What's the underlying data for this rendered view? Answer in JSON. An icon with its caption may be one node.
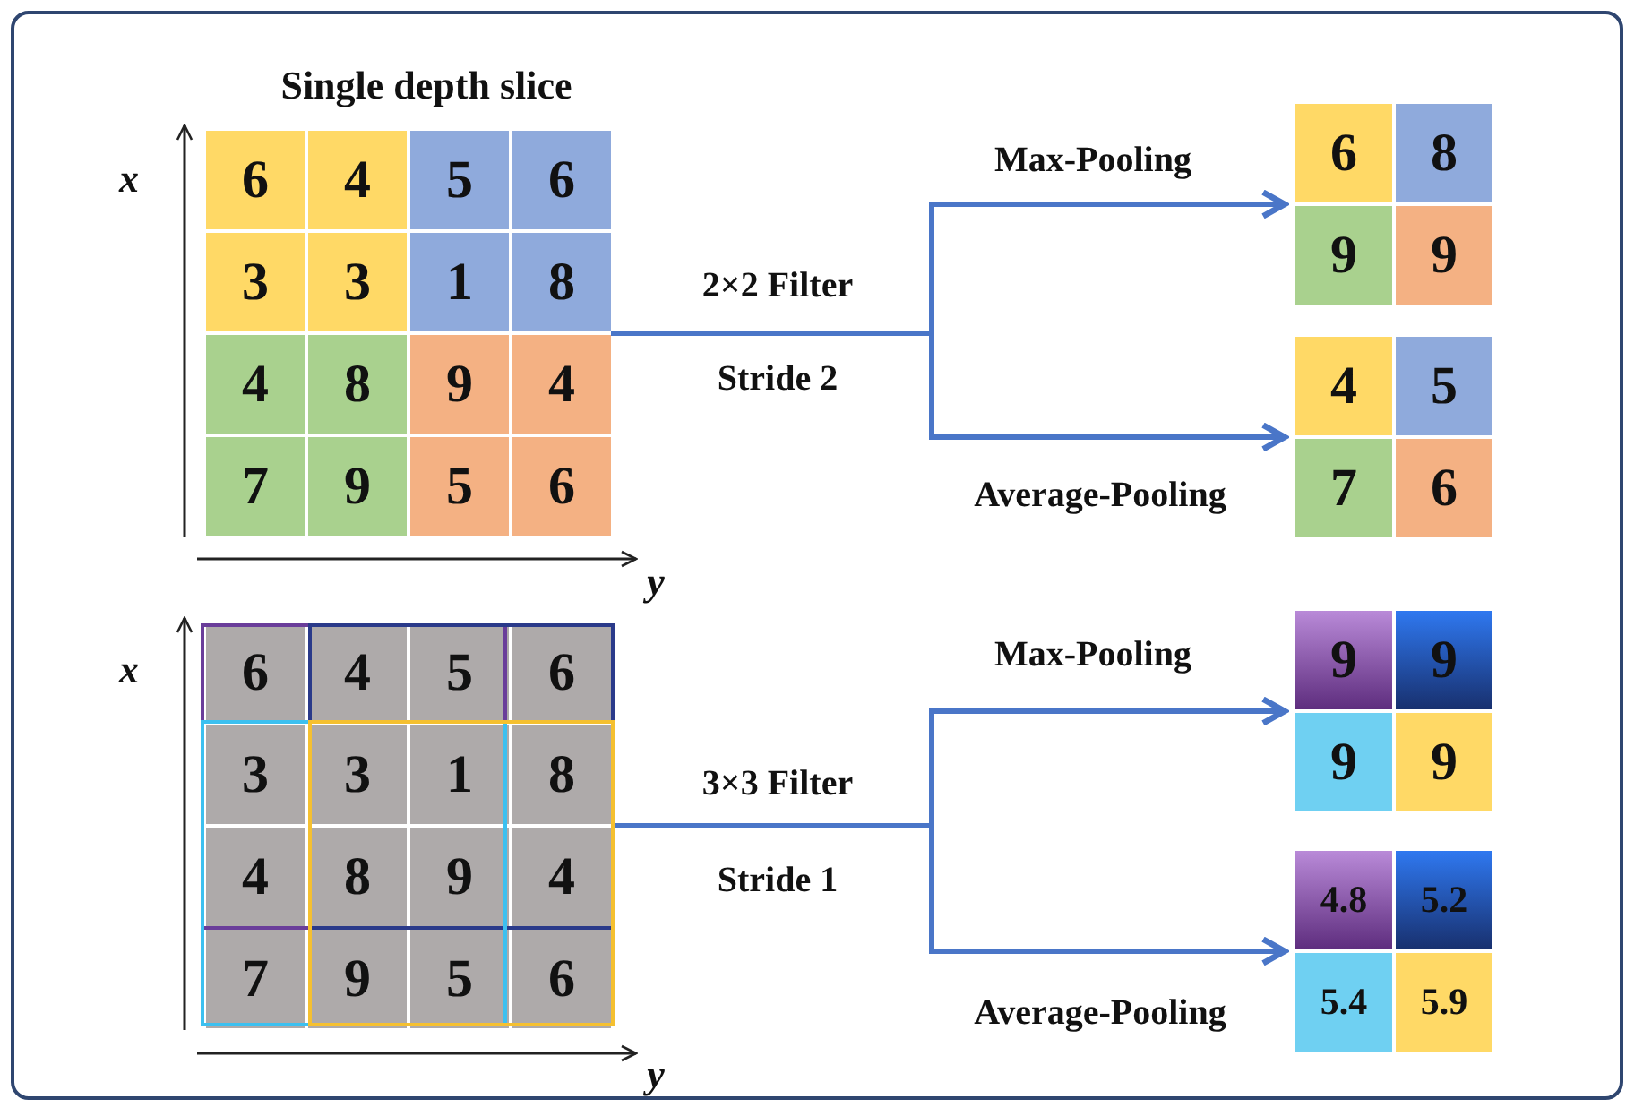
{
  "diagram": {
    "nodes": [
      {
        "text": [
          "Single depth slice"
        ]
      },
      {
        "text": [
          "6"
        ],
        "in": 0
      },
      {
        "text": [
          "4"
        ],
        "in": 0
      },
      {
        "text": [
          "5"
        ],
        "in": 0
      },
      {
        "text": [
          "6"
        ],
        "in": 0
      },
      {
        "text": [
          "3"
        ],
        "in": 0
      },
      {
        "text": [
          "3"
        ],
        "in": 0
      },
      {
        "text": [
          "1"
        ],
        "in": 0
      },
      {
        "text": [
          "8"
        ],
        "in": 0
      },
      {
        "text": [
          "4"
        ],
        "in": 0
      },
      {
        "text": [
          "8"
        ],
        "in": 0
      },
      {
        "text": [
          "9"
        ],
        "in": 0
      },
      {
        "text": [
          "4"
        ],
        "in": 0
      },
      {
        "text": [
          "7"
        ],
        "in": 0
      },
      {
        "text": [
          "9"
        ],
        "in": 0
      },
      {
        "text": [
          "5"
        ],
        "in": 0
      },
      {
        "text": [
          "6"
        ],
        "in": 0
      },
      {
        "text": [],
        "shape": "box"
      },
      {
        "text": [
          "6"
        ],
        "in": 17
      },
      {
        "text": [
          "8"
        ],
        "in": 17
      },
      {
        "text": [
          "9"
        ],
        "in": 17
      },
      {
        "text": [
          "9"
        ],
        "in": 17
      },
      {
        "text": [],
        "shape": "box"
      },
      {
        "text": [
          "4"
        ],
        "in": 22
      },
      {
        "text": [
          "5"
        ],
        "in": 22
      },
      {
        "text": [
          "7"
        ],
        "in": 22
      },
      {
        "text": [
          "6"
        ],
        "in": 22
      },
      {
        "text": [],
        "shape": "box"
      },
      {
        "text": [
          "6"
        ],
        "in": 27
      },
      {
        "text": [
          "4"
        ],
        "in": 27
      },
      {
        "text": [
          "5"
        ],
        "in": 27
      },
      {
        "text": [
          "6"
        ],
        "in": 27
      },
      {
        "text": [
          "3"
        ],
        "in": 27
      },
      {
        "text": [
          "3"
        ],
        "in": 27
      },
      {
        "text": [
          "1"
        ],
        "in": 27
      },
      {
        "text": [
          "8"
        ],
        "in": 27
      },
      {
        "text": [
          "4"
        ],
        "in": 27
      },
      {
        "text": [
          "8"
        ],
        "in": 27
      },
      {
        "text": [
          "9"
        ],
        "in": 27
      },
      {
        "text": [
          "4"
        ],
        "in": 27
      },
      {
        "text": [
          "7"
        ],
        "in": 27
      },
      {
        "text": [
          "9"
        ],
        "in": 27
      },
      {
        "text": [
          "5"
        ],
        "in": 27
      },
      {
        "text": [
          "6"
        ],
        "in": 27
      },
      {
        "text": [],
        "shape": "box"
      },
      {
        "text": [
          "9"
        ],
        "in": 44
      },
      {
        "text": [
          "9"
        ],
        "in": 44
      },
      {
        "text": [
          "9"
        ],
        "in": 44
      },
      {
        "text": [
          "9"
        ],
        "in": 44
      },
      {
        "text": [],
        "shape": "box"
      },
      {
        "text": [
          "4.8"
        ],
        "in": 49
      },
      {
        "text": [
          "5.2"
        ],
        "in": 49
      },
      {
        "text": [
          "5.4"
        ],
        "in": 49
      },
      {
        "text": [
          "5.9"
        ],
        "in": 49
      }
    ],
    "edges": [
      {
        "from": 0,
        "to": 17,
        "arrow": "to",
        "label": "Max-Pooling"
      },
      {
        "from": 0,
        "to": 22,
        "arrow": "to",
        "label": "Average-Pooling"
      },
      {
        "from": 27,
        "to": 44,
        "arrow": "to",
        "label": "Max-Pooling"
      },
      {
        "from": 27,
        "to": 49,
        "arrow": "to",
        "label": "Average-Pooling"
      }
    ],
    "labels": [
      "x",
      "y",
      "2×2 Filter",
      "Stride 2",
      "x",
      "y",
      "3×3 Filter",
      "Stride 1"
    ]
  }
}
